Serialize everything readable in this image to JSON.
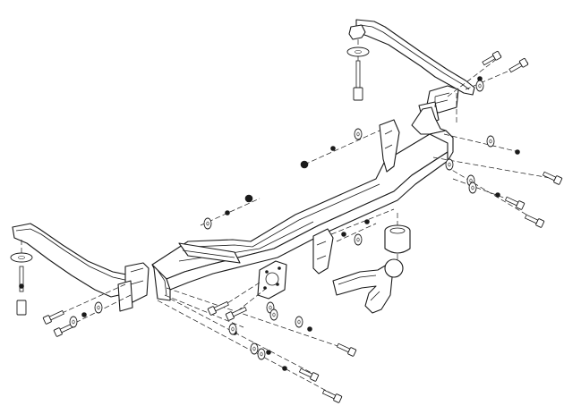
{
  "diagram": {
    "colors": {
      "ink": "#1a1a1a",
      "background": "#ffffff"
    },
    "parts": [
      "right-side-bracket",
      "left-side-bracket",
      "main-crossbar",
      "tow-ball-neck",
      "ball-cover",
      "socket-plate",
      "bolts",
      "nuts",
      "washers"
    ]
  }
}
